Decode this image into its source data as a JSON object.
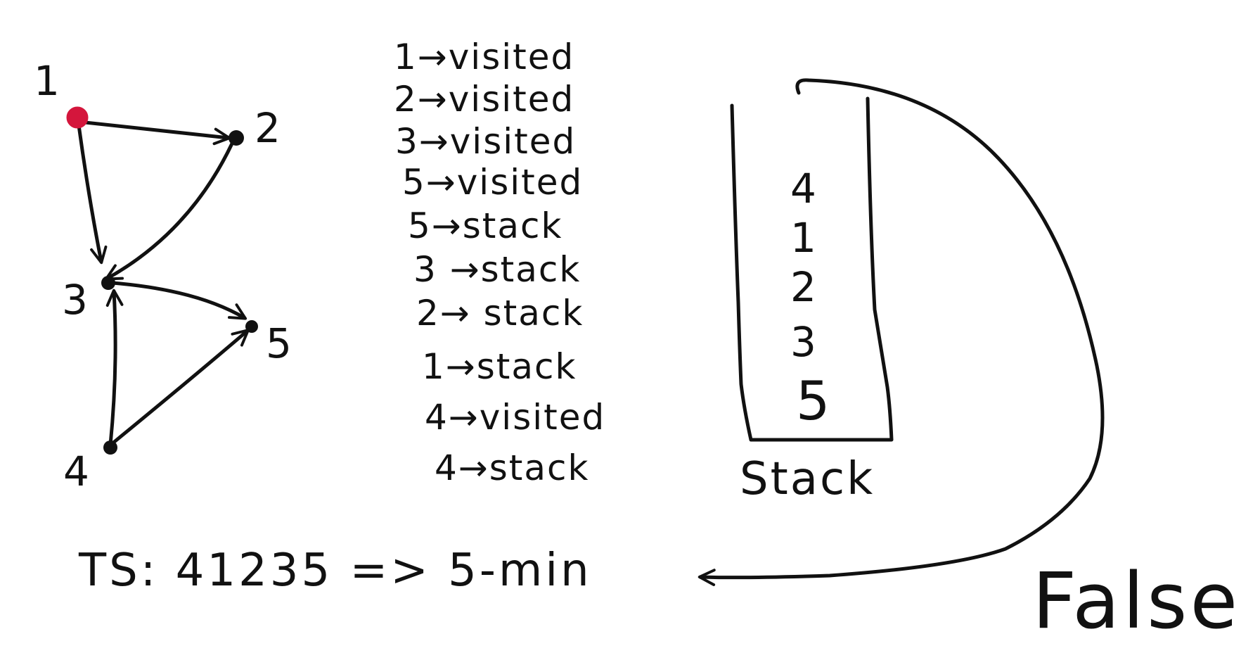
{
  "colors": {
    "ink": "#111111",
    "start_node": "#d4163c",
    "background": "#ffffff"
  },
  "graph": {
    "nodes": [
      {
        "id": "1",
        "label": "1",
        "start": true
      },
      {
        "id": "2",
        "label": "2",
        "start": false
      },
      {
        "id": "3",
        "label": "3",
        "start": false
      },
      {
        "id": "4",
        "label": "4",
        "start": false
      },
      {
        "id": "5",
        "label": "5",
        "start": false
      }
    ],
    "edges": [
      {
        "from": "1",
        "to": "2"
      },
      {
        "from": "1",
        "to": "3"
      },
      {
        "from": "2",
        "to": "3"
      },
      {
        "from": "3",
        "to": "5"
      },
      {
        "from": "4",
        "to": "3"
      },
      {
        "from": "4",
        "to": "5"
      }
    ]
  },
  "steps": [
    "1→visited",
    "2→visited",
    "3→visited",
    "5→visited",
    "5→stack",
    "3 →stack",
    "2→ stack",
    "1→stack",
    "4→visited",
    "4→stack"
  ],
  "stack": {
    "items": [
      "4",
      "1",
      "2",
      "3",
      "5"
    ],
    "caption": "Stack"
  },
  "topological_sort": {
    "text": "TS: 41235 => 5-min"
  },
  "verdict": "False"
}
